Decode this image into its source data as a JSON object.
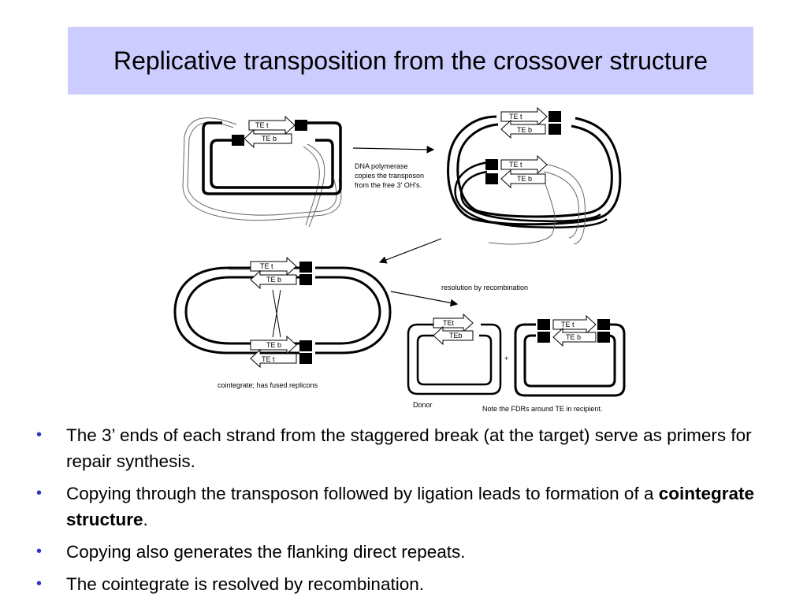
{
  "slide": {
    "title": "Replicative transposition from the crossover structure"
  },
  "diagram": {
    "te_t": "TE  t",
    "te_b": "TE  b",
    "te_t_compact": "TEt",
    "te_b_compact": "TEb",
    "polymerase_note": [
      "DNA polymerase",
      "copies the transposon",
      "from the free 3' OH's."
    ],
    "resolution_note": "resolution by recombination",
    "cointegrate_note": "cointegrate; has fused replicons",
    "donor_label": "Donor",
    "plus_sign": "+",
    "fdr_note": "Note the FDRs around TE in recipient."
  },
  "bullets": [
    {
      "parts": [
        {
          "text": "The 3’ ends of each strand from the staggered break (at the target) serve as primers for repair synthesis.",
          "bold": false
        }
      ]
    },
    {
      "parts": [
        {
          "text": "Copying through the transposon followed by ligation leads to formation of a ",
          "bold": false
        },
        {
          "text": "cointegrate structure",
          "bold": true
        },
        {
          "text": ".",
          "bold": false
        }
      ]
    },
    {
      "parts": [
        {
          "text": "Copying also generates the flanking direct repeats.",
          "bold": false
        }
      ]
    },
    {
      "parts": [
        {
          "text": "The cointegrate is resolved by recombination.",
          "bold": false
        }
      ]
    }
  ],
  "colors": {
    "title_background": "#ccccff",
    "bullet_color": "#3333cc"
  }
}
